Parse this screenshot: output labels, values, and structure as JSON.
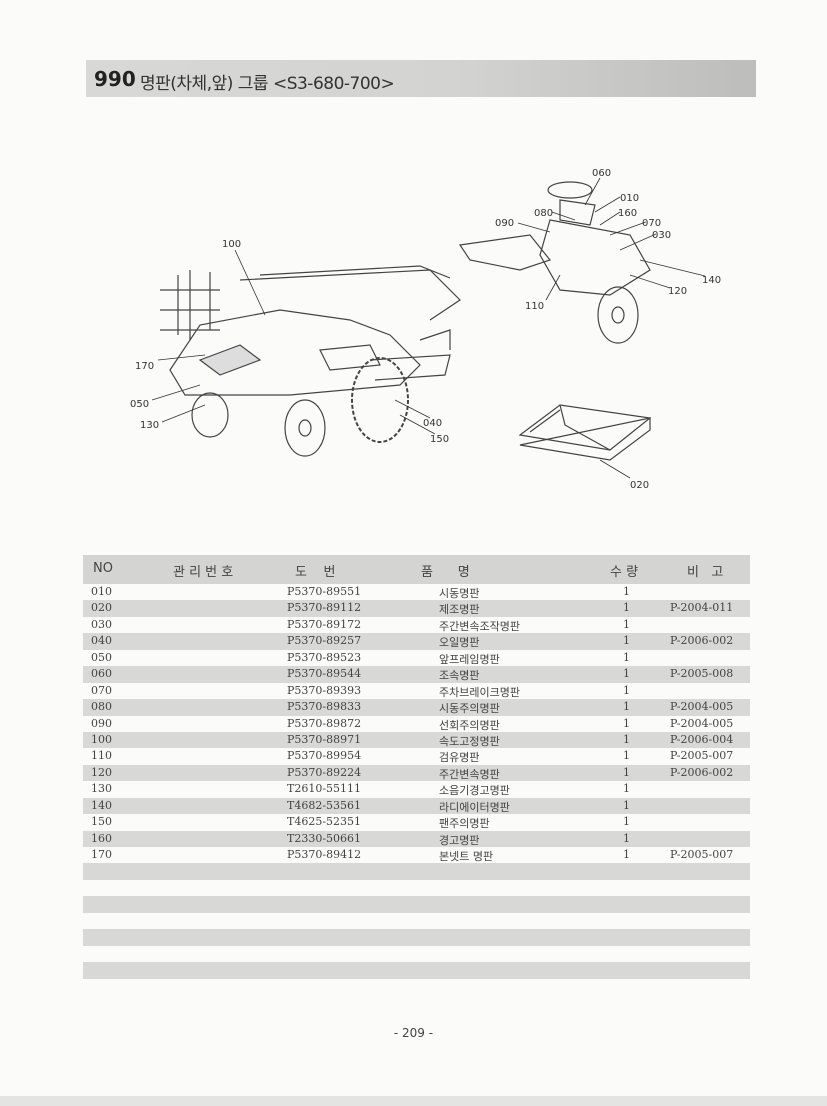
{
  "title": {
    "number": "990",
    "text": "명판(차체,앞) 그룹 <S3-680-700>"
  },
  "diagram": {
    "callouts": [
      "060",
      "010",
      "080",
      "160",
      "090",
      "070",
      "030",
      "140",
      "120",
      "110",
      "100",
      "170",
      "050",
      "130",
      "040",
      "150",
      "020"
    ]
  },
  "table": {
    "headers": {
      "no": "NO",
      "mgmt": "관 리 번 호",
      "part": "도    번",
      "name": "품      명",
      "qty": "수 량",
      "remark": "비   고"
    },
    "rows": [
      {
        "no": "010",
        "part": "P5370-89551",
        "name": "시동명판",
        "qty": "1",
        "remark": ""
      },
      {
        "no": "020",
        "part": "P5370-89112",
        "name": "제조명판",
        "qty": "1",
        "remark": "P-2004-011"
      },
      {
        "no": "030",
        "part": "P5370-89172",
        "name": "주간변속조작명판",
        "qty": "1",
        "remark": ""
      },
      {
        "no": "040",
        "part": "P5370-89257",
        "name": "오일명판",
        "qty": "1",
        "remark": "P-2006-002"
      },
      {
        "no": "050",
        "part": "P5370-89523",
        "name": "앞프레임명판",
        "qty": "1",
        "remark": ""
      },
      {
        "no": "060",
        "part": "P5370-89544",
        "name": "조속명판",
        "qty": "1",
        "remark": "P-2005-008"
      },
      {
        "no": "070",
        "part": "P5370-89393",
        "name": "주차브레이크명판",
        "qty": "1",
        "remark": ""
      },
      {
        "no": "080",
        "part": "P5370-89833",
        "name": "시동주의명판",
        "qty": "1",
        "remark": "P-2004-005"
      },
      {
        "no": "090",
        "part": "P5370-89872",
        "name": "선회주의명판",
        "qty": "1",
        "remark": "P-2004-005"
      },
      {
        "no": "100",
        "part": "P5370-88971",
        "name": "속도고정명판",
        "qty": "1",
        "remark": "P-2006-004"
      },
      {
        "no": "110",
        "part": "P5370-89954",
        "name": "검유명판",
        "qty": "1",
        "remark": "P-2005-007"
      },
      {
        "no": "120",
        "part": "P5370-89224",
        "name": "주간변속명판",
        "qty": "1",
        "remark": "P-2006-002"
      },
      {
        "no": "130",
        "part": "T2610-55111",
        "name": "소음기경고명판",
        "qty": "1",
        "remark": ""
      },
      {
        "no": "140",
        "part": "T4682-53561",
        "name": "라디에이터명판",
        "qty": "1",
        "remark": ""
      },
      {
        "no": "150",
        "part": "T4625-52351",
        "name": "팬주의명판",
        "qty": "1",
        "remark": ""
      },
      {
        "no": "160",
        "part": "T2330-50661",
        "name": "경고명판",
        "qty": "1",
        "remark": ""
      },
      {
        "no": "170",
        "part": "P5370-89412",
        "name": "본넷트 명판",
        "qty": "1",
        "remark": "P-2005-007"
      }
    ]
  },
  "page_number": "- 209 -"
}
